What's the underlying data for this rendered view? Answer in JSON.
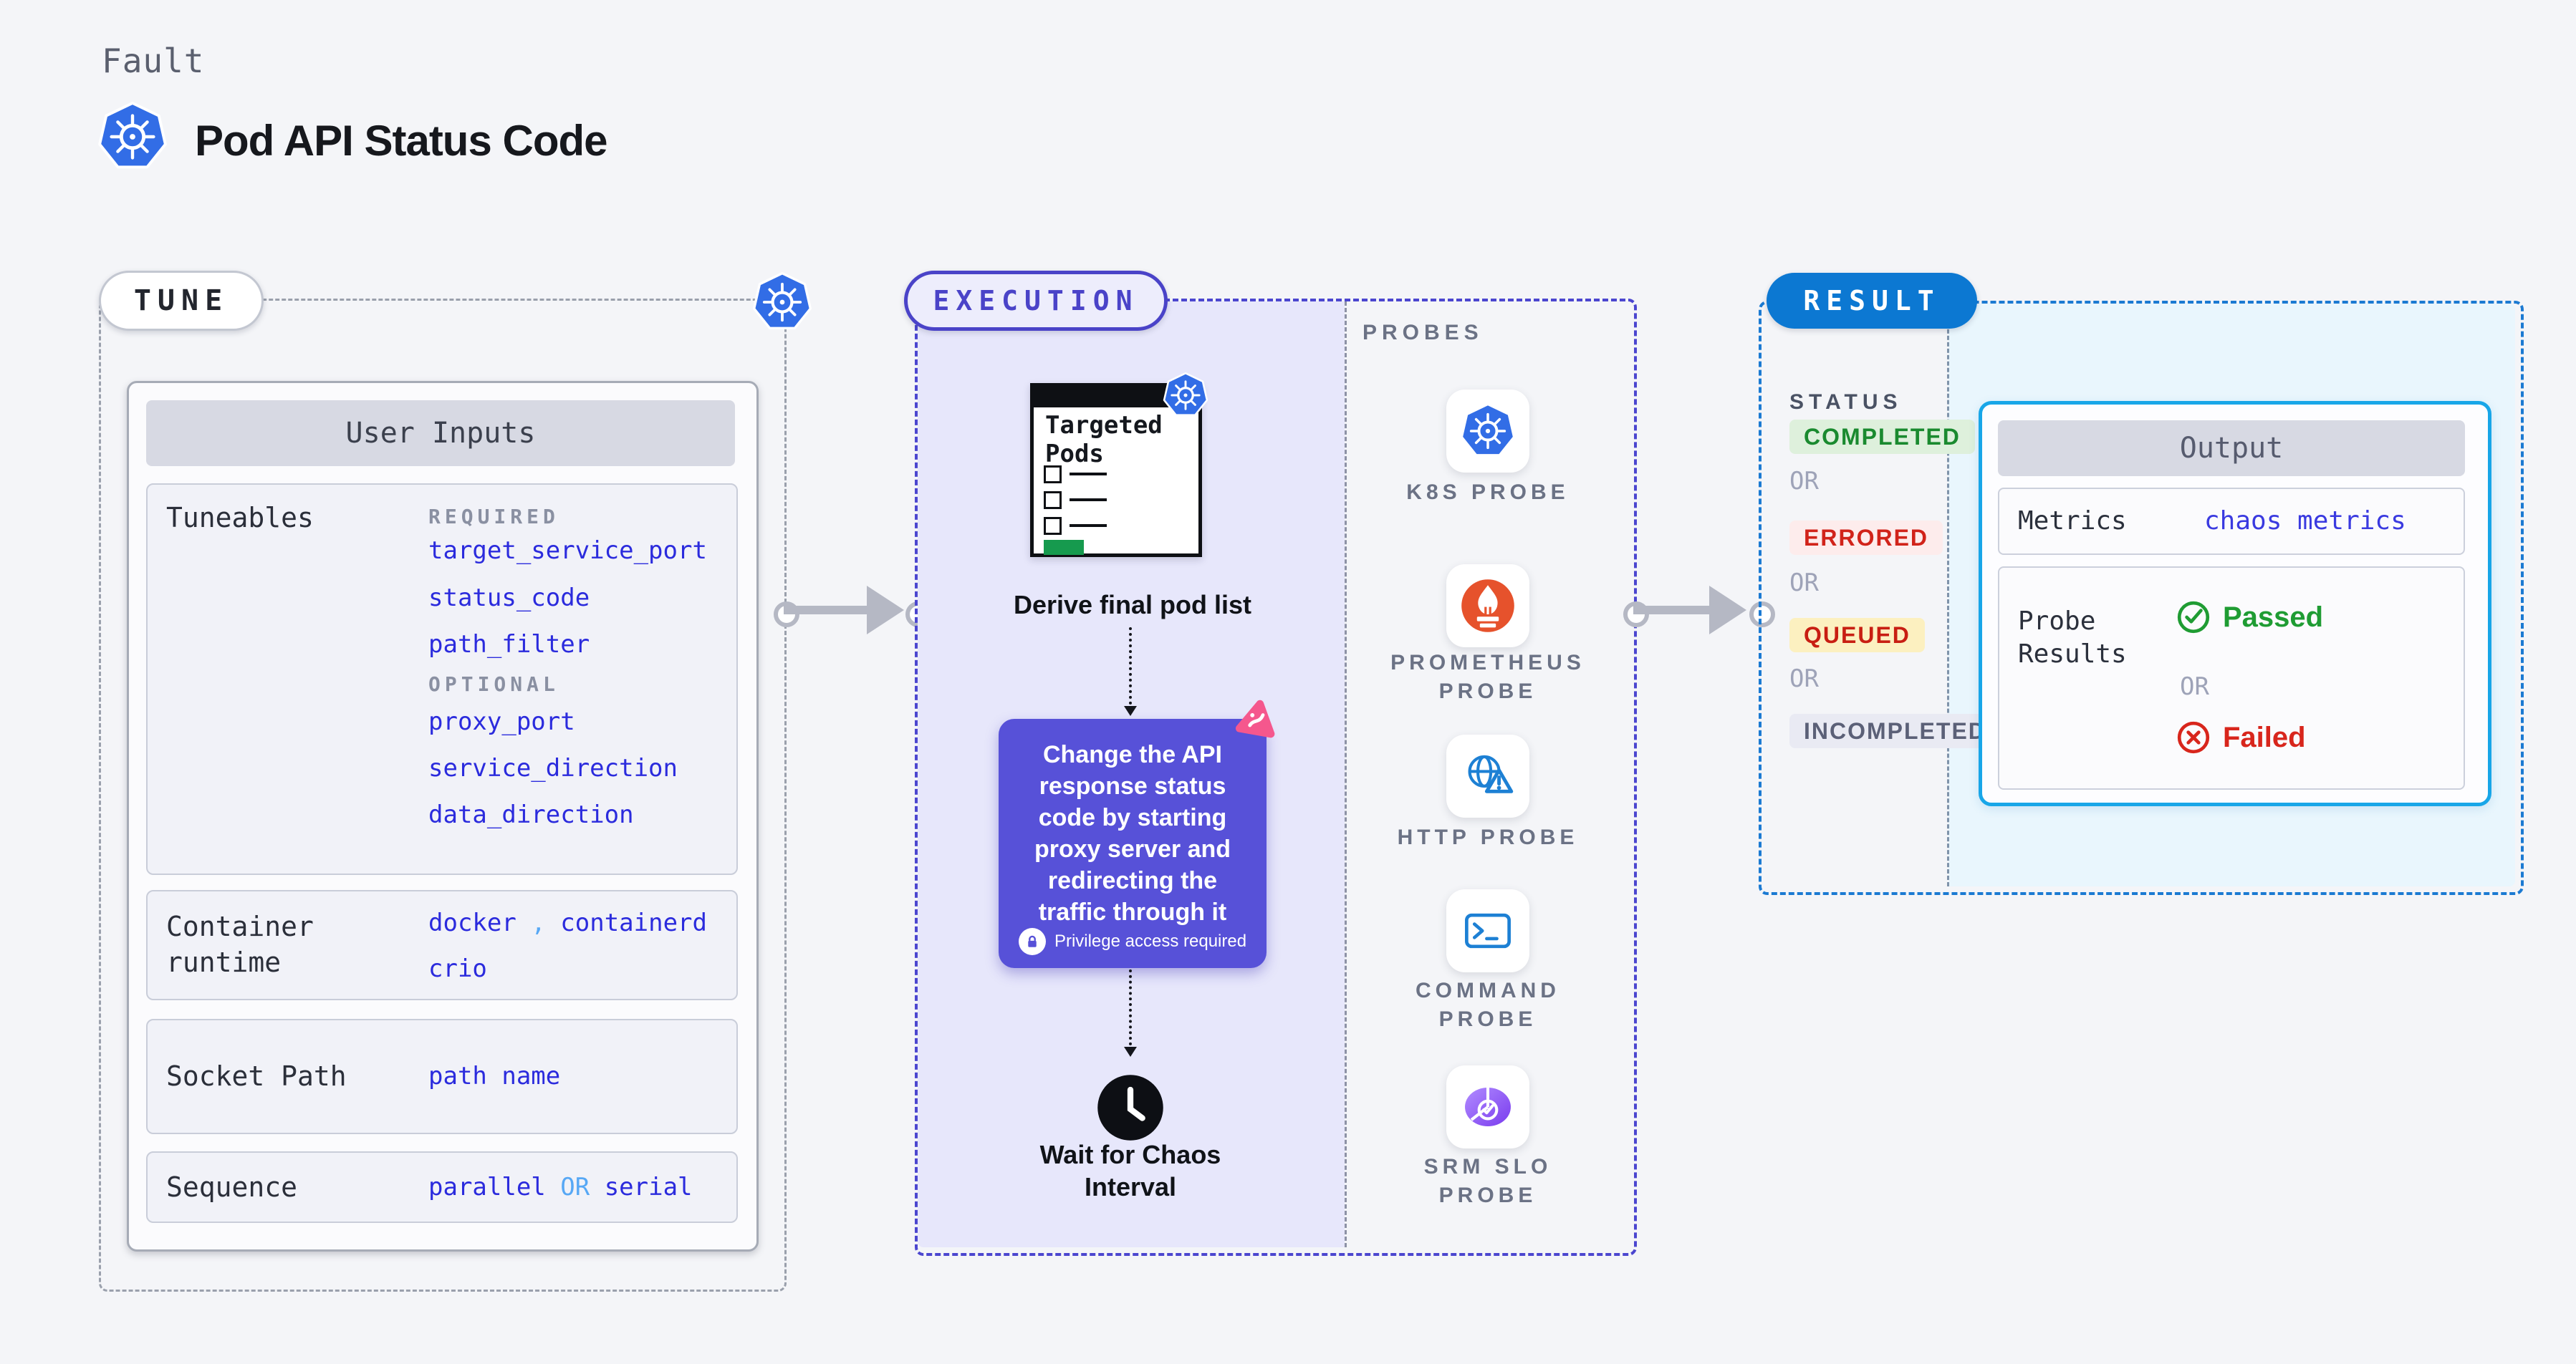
{
  "colors": {
    "page_bg": "#f4f5f8",
    "accent_blue_value": "#2b2bdd",
    "light_blue_accent": "#57a8f5",
    "execution_indigo": "#4b46cf",
    "execution_fill": "#e7e7fb",
    "action_box_purple": "#5751d8",
    "result_blue": "#1b7ad2",
    "result_pill_blue": "#0c78d2",
    "result_fill": "#e9f6fd",
    "output_border_cyan": "#18a6e8",
    "completed_green": "#1a8a2f",
    "errored_red": "#d1231a",
    "queued_yellow_bg": "#fcf0c0",
    "passed_green": "#1f9c33",
    "failed_red": "#d8261c",
    "kubernetes_blue": "#326de6",
    "prometheus_orange": "#e6522c",
    "clipboard_green": "#169a4e",
    "litmus_pink": "#f5578d"
  },
  "header": {
    "eyebrow": "Fault",
    "title": "Pod API Status Code"
  },
  "tune": {
    "pill": "TUNE",
    "user_inputs_title": "User Inputs",
    "tuneables_label": "Tuneables",
    "required_label": "REQUIRED",
    "required_items": [
      "target_service_port",
      "status_code",
      "path_filter"
    ],
    "optional_label": "OPTIONAL",
    "optional_items": [
      "proxy_port",
      "service_direction",
      "data_direction"
    ],
    "container_runtime_label": "Container runtime",
    "container_runtime": {
      "v1": "docker",
      "comma": ",",
      "v2": "containerd",
      "v3": "crio"
    },
    "socket_path_label": "Socket Path",
    "socket_path_value": "path name",
    "sequence_label": "Sequence",
    "sequence": {
      "v1": "parallel",
      "or": "OR",
      "v2": "serial"
    }
  },
  "execution": {
    "pill": "EXECUTION",
    "targeted_pods_title": "Targeted Pods",
    "derive_caption": "Derive final pod list",
    "action_text": "Change the API response status code by starting proxy server and redirecting the traffic through it",
    "privilege_note": "Privilege access required",
    "wait_caption": "Wait for Chaos Interval"
  },
  "probes": {
    "panel_label": "PROBES",
    "items": [
      {
        "name": "K8S PROBE",
        "icon": "kubernetes-icon"
      },
      {
        "name": "PROMETHEUS PROBE",
        "icon": "prometheus-icon"
      },
      {
        "name": "HTTP PROBE",
        "icon": "http-probe-icon"
      },
      {
        "name": "COMMAND PROBE",
        "icon": "command-probe-icon"
      },
      {
        "name": "SRM SLO PROBE",
        "icon": "srm-slo-probe-icon"
      }
    ]
  },
  "result": {
    "pill": "RESULT",
    "status_label": "STATUS",
    "or_label": "OR",
    "statuses": {
      "completed": "COMPLETED",
      "errored": "ERRORED",
      "queued": "QUEUED",
      "incompleted": "INCOMPLETED"
    },
    "output": {
      "title": "Output",
      "metrics_label": "Metrics",
      "metrics_value": "chaos metrics",
      "probe_results_label": "Probe Results",
      "passed": "Passed",
      "or": "OR",
      "failed": "Failed"
    }
  }
}
